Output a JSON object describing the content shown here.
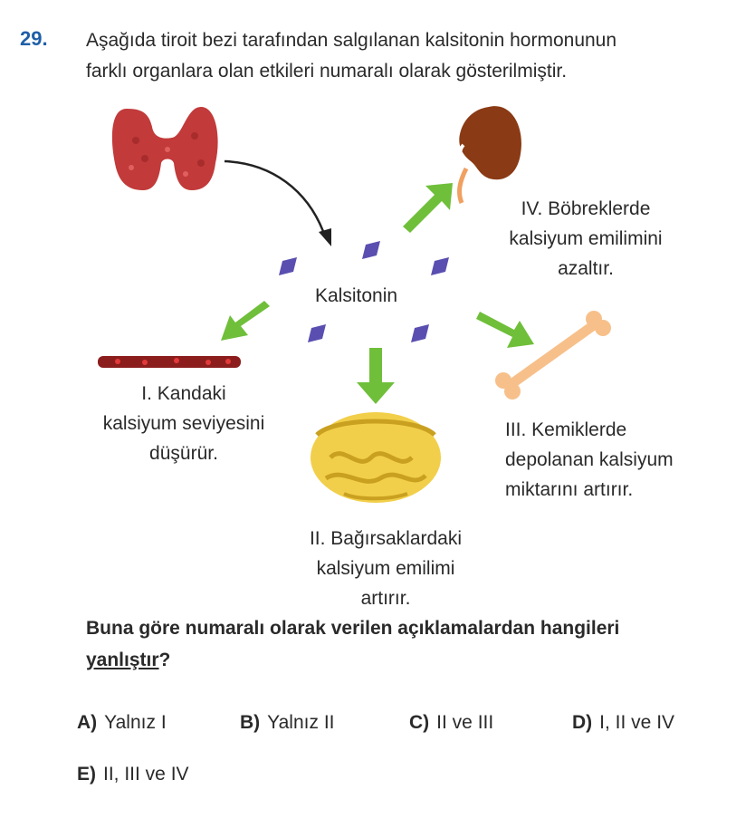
{
  "question": {
    "number": "29.",
    "stem_lines": [
      "Aşağıda tiroit bezi tarafından salgılanan kalsitonin hormonunun",
      "farklı organlara olan etkileri numaralı olarak gösterilmiştir."
    ],
    "prompt_line1": "Buna göre numaralı olarak verilen açıklamalardan hangileri",
    "prompt_underlined": "yanlıştır",
    "prompt_end": "?"
  },
  "diagram": {
    "center_label": "Kalsitonin",
    "label_I": [
      "I. Kandaki",
      "kalsiyum seviyesini",
      "düşürür."
    ],
    "label_II": [
      "II. Bağırsaklardaki",
      "kalsiyum emilimi",
      "artırır."
    ],
    "label_III": [
      "III. Kemiklerde",
      "depolanan kalsiyum",
      "miktarını artırır."
    ],
    "label_IV": [
      "IV. Böbreklerde",
      "kalsiyum emilimini",
      "azaltır."
    ]
  },
  "options": [
    {
      "letter": "A)",
      "text": "Yalnız I"
    },
    {
      "letter": "B)",
      "text": "Yalnız II"
    },
    {
      "letter": "C)",
      "text": "II ve III"
    },
    {
      "letter": "D)",
      "text": "I, II ve IV"
    },
    {
      "letter": "E)",
      "text": "II, III ve IV"
    }
  ],
  "colors": {
    "question_number": "#1f5fa8",
    "arrow_green": "#6fbf3a",
    "hormone_purple": "#5a4fb0",
    "thyroid_red": "#c23a3a",
    "kidney_brown": "#8a3a14",
    "intestine_yellow": "#f2cf4a",
    "bone_peach": "#f7c08a"
  }
}
